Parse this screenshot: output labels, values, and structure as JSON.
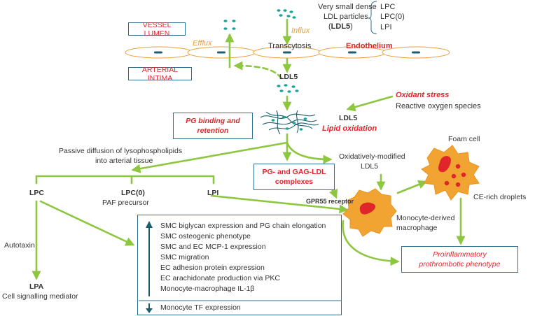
{
  "labels": {
    "vessel_lumen": "VESSEL LUMEN",
    "arterial_intima": "ARTERIAL INTIMA",
    "ldl_particles_line1": "Very small dense",
    "ldl_particles_line2": "LDL particles",
    "ldl_particles_line3_pre": "(",
    "ldl5_bold": "LDL5",
    "ldl_particles_line3_post": ")",
    "lipid_lpc": "LPC",
    "lipid_lpc0": "LPC(0)",
    "lipid_lpi": "LPI",
    "influx": "Influx",
    "efflux": "Efflux",
    "transcytosis": "Transcytosis",
    "endothelium": "Endothelium",
    "ldl5_intima": "LDL5",
    "oxidant_stress": "Oxidant stress",
    "reactive_oxygen": "Reactive oxygen species",
    "ldl5_oxid": "LDL5",
    "lipid_oxidation": "Lipid oxidation",
    "pg_binding_line1": "PG binding and",
    "pg_binding_line2": "retention",
    "passive_line1": "Passive diffusion of lysophospholipids",
    "passive_line2": "into arterial tissue",
    "oxmod_line1": "Oxidatively-modified",
    "oxmod_line2": "LDL5",
    "foam_cell": "Foam cell",
    "ce_droplets": "CE-rich droplets",
    "pg_gag_line1": "PG- and GAG-LDL",
    "pg_gag_line2": "complexes",
    "lpc": "LPC",
    "lpc0": "LPC(0)",
    "paf": "PAF precursor",
    "lpi": "LPI",
    "gpr55": "GPR55 receptor",
    "monocyte_line1": "Monocyte-derived",
    "monocyte_line2": "macrophage",
    "autotaxin": "Autotaxin",
    "lpa": "LPA",
    "cell_signalling": "Cell signalling mediator",
    "proinflam_line1": "Proinflammatory",
    "proinflam_line2": "prothrombotic phenotype"
  },
  "effects_up": [
    "SMC biglycan expression and PG chain elongation",
    "SMC osteogenic phenotype",
    "SMC and EC MCP-1 expression",
    "SMC migration",
    "EC adhesion protein expression",
    "EC arachidonate production via PKC",
    "Monocyte-macrophage IL-1β"
  ],
  "effects_down": [
    "Monocyte TF expression"
  ],
  "colors": {
    "arrow_green": "#8dc63f",
    "label_red": "#e0262b",
    "label_orange": "#e8a13a",
    "box_border": "#2f6f8f",
    "particle_teal": "#1aa398",
    "cell_orange": "#f2a433",
    "cell_red": "#e0262b",
    "dark_teal": "#1b5e6e"
  }
}
